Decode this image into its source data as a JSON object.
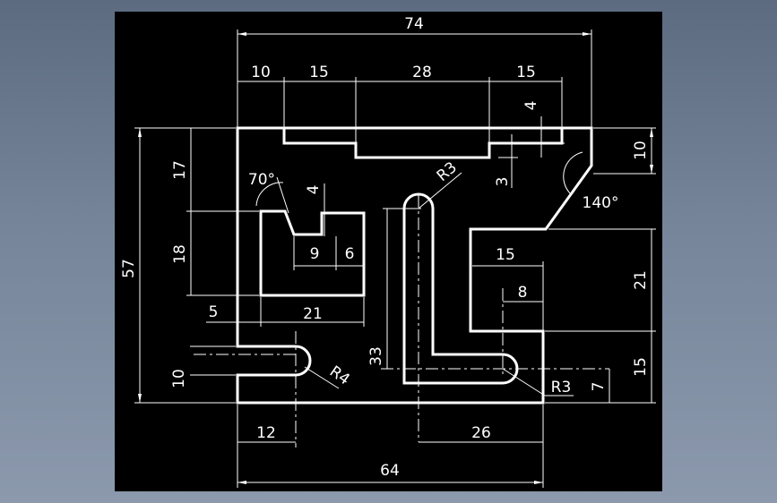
{
  "colors": {
    "background_outer": "#76859a",
    "paper": "#000000",
    "outline": "#ffffff",
    "dimension": "#ffffff"
  },
  "drawing": {
    "overall_width": "74",
    "top_segments": [
      "10",
      "15",
      "28",
      "15"
    ],
    "top_step_depth": "4",
    "slot_step": "3",
    "right_top_height": "10",
    "chamfer_angle": "140°",
    "left_height_upper": "17",
    "left_height_mid": "18",
    "overall_height": "57",
    "pocket_angle": "70°",
    "pocket_notch_depth": "4",
    "pocket_notch_left": "9",
    "pocket_notch_width": "6",
    "pocket_offset": "5",
    "pocket_width": "21",
    "slot_radius_top": "R3",
    "slot_length": "33",
    "right_notch_width": "15",
    "right_notch_height": "21",
    "right_arc_offset": "8",
    "right_lower_height": "15",
    "arc_center_height": "7",
    "slot_radius_bottom": "R3",
    "left_notch_height": "10",
    "left_notch_radius": "R4",
    "bottom_left_offset": "12",
    "bottom_right_offset": "26",
    "bottom_width": "64"
  }
}
